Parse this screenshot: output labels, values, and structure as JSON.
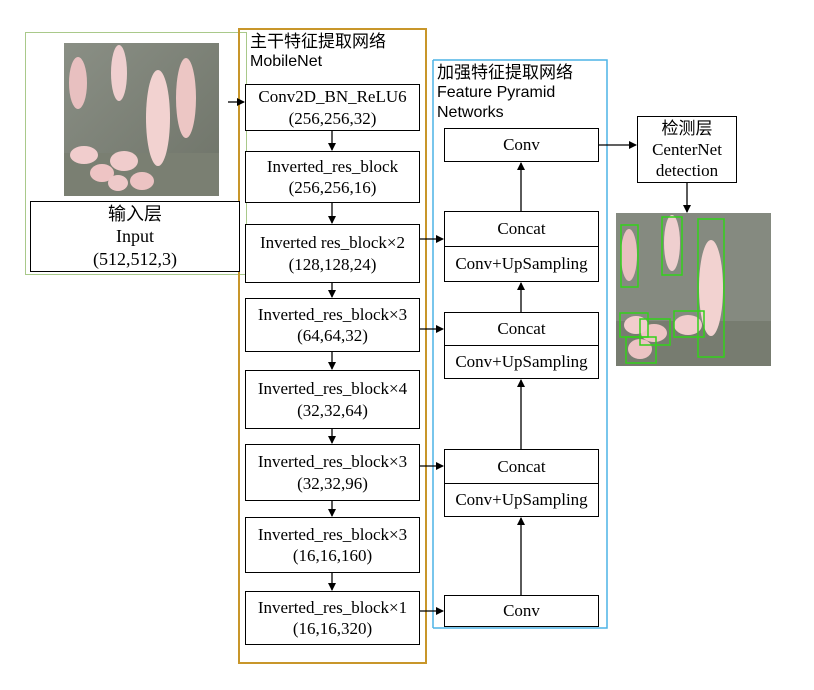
{
  "input": {
    "title": "输入层",
    "subtitle": "Input",
    "shape": "(512,512,3)"
  },
  "backbone": {
    "title_cn": "主干特征提取网络",
    "title_en": "MobileNet",
    "blocks": [
      {
        "name": "Conv2D_BN_ReLU6",
        "shape": "(256,256,32)"
      },
      {
        "name": "Inverted_res_block",
        "shape": "(256,256,16)"
      },
      {
        "name": "Inverted res_block×2",
        "shape": "(128,128,24)"
      },
      {
        "name": "Inverted_res_block×3",
        "shape": "(64,64,32)"
      },
      {
        "name": "Inverted_res_block×4",
        "shape": "(32,32,64)"
      },
      {
        "name": "Inverted_res_block×3",
        "shape": "(32,32,96)"
      },
      {
        "name": "Inverted_res_block×3",
        "shape": "(16,16,160)"
      },
      {
        "name": "Inverted_res_block×1",
        "shape": "(16,16,320)"
      }
    ]
  },
  "fpn": {
    "title_cn": "加强特征提取网络",
    "title_en_1": "Feature Pyramid",
    "title_en_2": "Networks",
    "top_conv": "Conv",
    "stages": [
      {
        "top": "Concat",
        "bottom": "Conv+UpSampling"
      },
      {
        "top": "Concat",
        "bottom": "Conv+UpSampling"
      },
      {
        "top": "Concat",
        "bottom": "Conv+UpSampling"
      }
    ],
    "bottom_conv": "Conv"
  },
  "detection": {
    "title_cn": "检测层",
    "title_en_1": "CenterNet",
    "title_en_2": "detection"
  },
  "colors": {
    "input_frame": "#a9c98a",
    "backbone_frame": "#c8962a",
    "fpn_frame": "#4db3e6",
    "detection_bbox": "#33d11a"
  }
}
